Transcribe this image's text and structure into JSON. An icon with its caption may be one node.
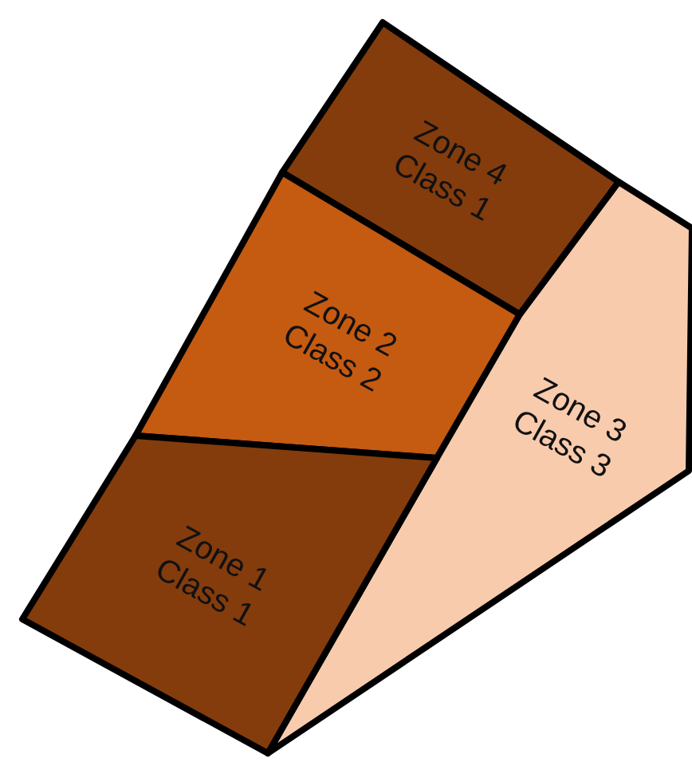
{
  "diagram": {
    "nodes": [
      {
        "text": [
          "Zone 4 Class 1"
        ]
      },
      {
        "text": [
          "Zone 2 Class 2"
        ]
      },
      {
        "text": [
          "Zone 3 Class 3"
        ]
      },
      {
        "text": [
          "Zone 1 Class 1"
        ]
      }
    ]
  }
}
